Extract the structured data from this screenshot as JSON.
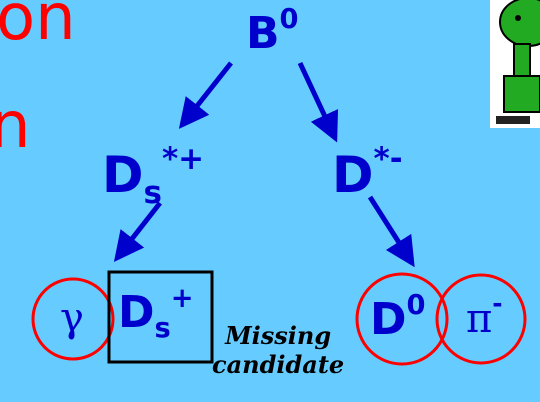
{
  "title": {
    "fragment_1": "on",
    "fragment_2": "n"
  },
  "decay": {
    "parent": {
      "symbol": "B",
      "sup": "0"
    },
    "left": {
      "symbol": "D",
      "sub": "s",
      "sup": "*+"
    },
    "right": {
      "symbol": "D",
      "sup": "*-"
    },
    "photon": {
      "symbol": "γ"
    },
    "ds": {
      "symbol": "D",
      "sub": "s",
      "sup": "+"
    },
    "d0": {
      "symbol": "D",
      "sup": "0"
    },
    "pion": {
      "symbol": "π",
      "sup": "-"
    }
  },
  "annotation": {
    "line1": "Missing",
    "line2": "candidate"
  },
  "colors": {
    "background": "#66ccff",
    "particle": "#0000cc",
    "circle": "#ff0000",
    "title": "#ff0000",
    "box": "#000000"
  },
  "icons": {
    "mascot": "green-cartoon-character-icon"
  }
}
